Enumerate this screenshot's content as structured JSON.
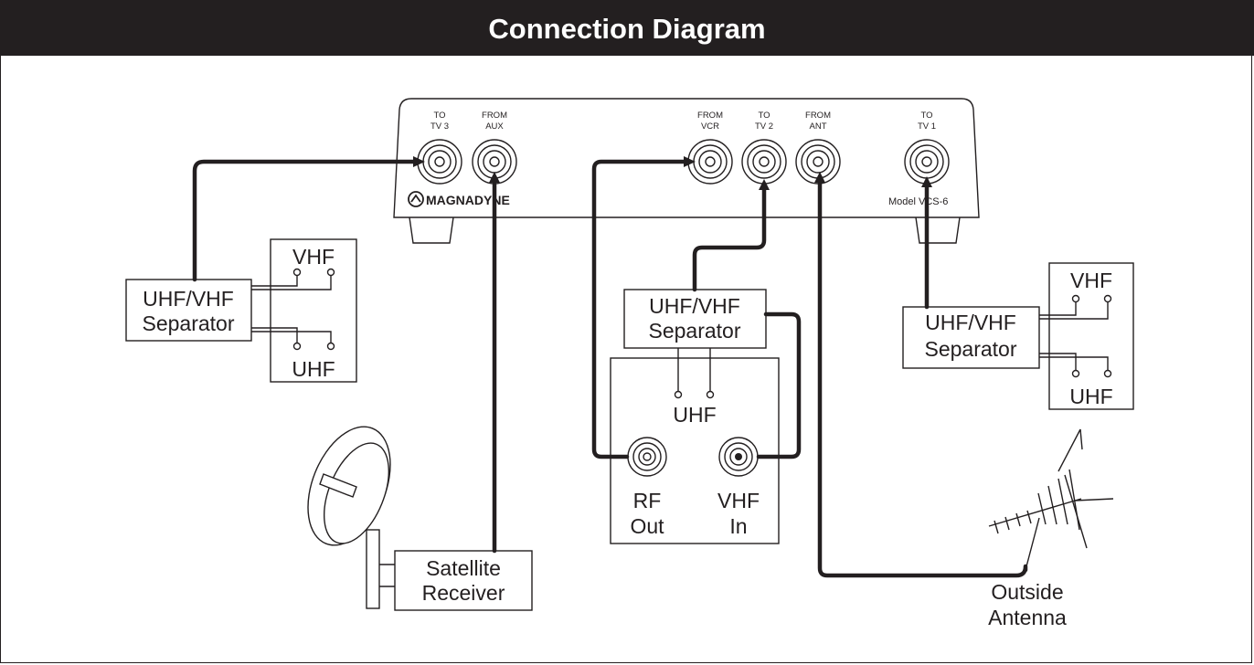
{
  "title": "Connection Diagram",
  "device": {
    "logo": "MAGNADYNE",
    "model": "Model VCS-6",
    "jacks": [
      {
        "line1": "TO",
        "line2": "TV 3"
      },
      {
        "line1": "FROM",
        "line2": "AUX"
      },
      {
        "line1": "FROM",
        "line2": "VCR"
      },
      {
        "line1": "TO",
        "line2": "TV 2"
      },
      {
        "line1": "FROM",
        "line2": "ANT"
      },
      {
        "line1": "TO",
        "line2": "TV 1"
      }
    ]
  },
  "left_separator": {
    "line1": "UHF/VHF",
    "line2": "Separator",
    "vhf": "VHF",
    "uhf": "UHF"
  },
  "center_separator": {
    "line1": "UHF/VHF",
    "line2": "Separator",
    "uhf": "UHF"
  },
  "vcr": {
    "rf_line1": "RF",
    "rf_line2": "Out",
    "vhf_line1": "VHF",
    "vhf_line2": "In"
  },
  "right_separator": {
    "line1": "UHF/VHF",
    "line2": "Separator",
    "vhf": "VHF",
    "uhf": "UHF"
  },
  "satellite_receiver": {
    "line1": "Satellite",
    "line2": "Receiver"
  },
  "antenna": {
    "line1": "Outside",
    "line2": "Antenna"
  }
}
